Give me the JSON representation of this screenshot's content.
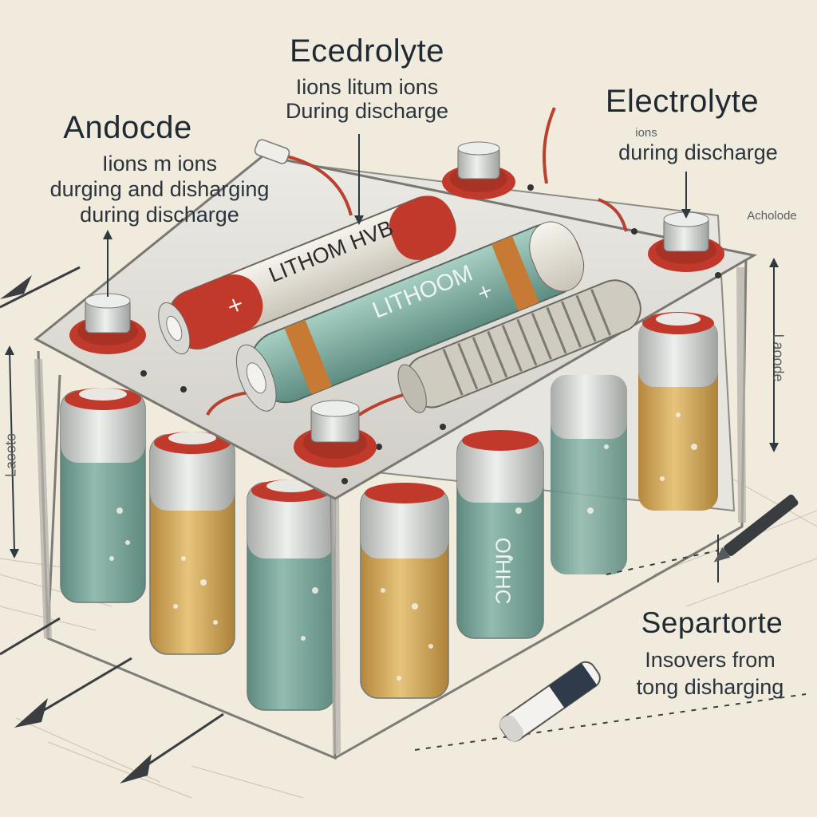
{
  "labels": {
    "top_title": "Ecedrolyte",
    "top_sub": [
      "Iions litum ions",
      "During discharge"
    ],
    "left_title": "Andocde",
    "left_sub": [
      "Iions m ions",
      "durging and disharging",
      "during discharge"
    ],
    "right_title": "Electrolyte",
    "right_sub": [
      "ions",
      "during discharge"
    ],
    "right_small": "Acholode",
    "side_right": "Laoode",
    "side_left": "Laooto",
    "sep_title": "Separtorte",
    "sep_sub": [
      "Insovers from",
      "tong disharging"
    ]
  },
  "cells": {
    "top_battery_1": "LITHOM HVB",
    "top_battery_2": "LITHOOM",
    "front_cell": "OIHHC"
  },
  "colors": {
    "background": "#f1ebdd",
    "case": "#d9d8d2",
    "teal": "#7aa89c",
    "amber": "#d3a95a",
    "red": "#c0392b",
    "cap": "#c9cbc8"
  }
}
